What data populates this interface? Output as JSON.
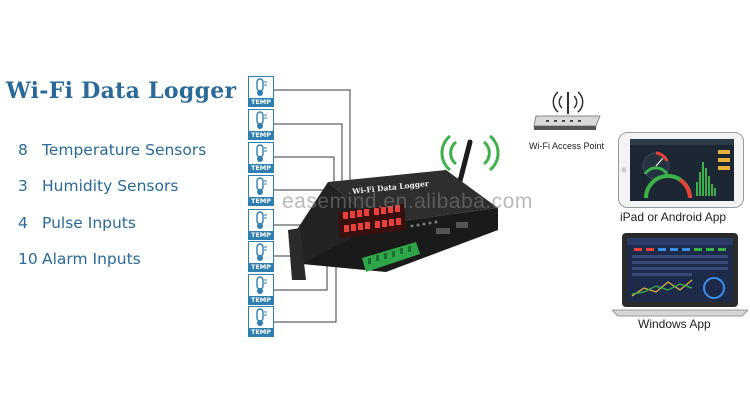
{
  "title": "Wi-Fi Data Logger",
  "specs": [
    {
      "count": "8",
      "label": "Temperature Sensors"
    },
    {
      "count": "3",
      "label": "Humidity Sensors"
    },
    {
      "count": "4",
      "label": "Pulse Inputs"
    },
    {
      "count": "10",
      "label": "Alarm Inputs"
    }
  ],
  "sensor_label": "TEMP",
  "device_label": "Wi-Fi Data Logger",
  "access_point_label": "Wi-Fi Access Point",
  "tablet_label": "iPad or Android App",
  "desktop_label": "Windows App",
  "watermark": "easemind.en.alibaba.com",
  "colors": {
    "accent": "#2a6a98",
    "sensor": "#2f7fb0",
    "terminal": "#2fa64a",
    "wifi": "#3cb04a"
  }
}
